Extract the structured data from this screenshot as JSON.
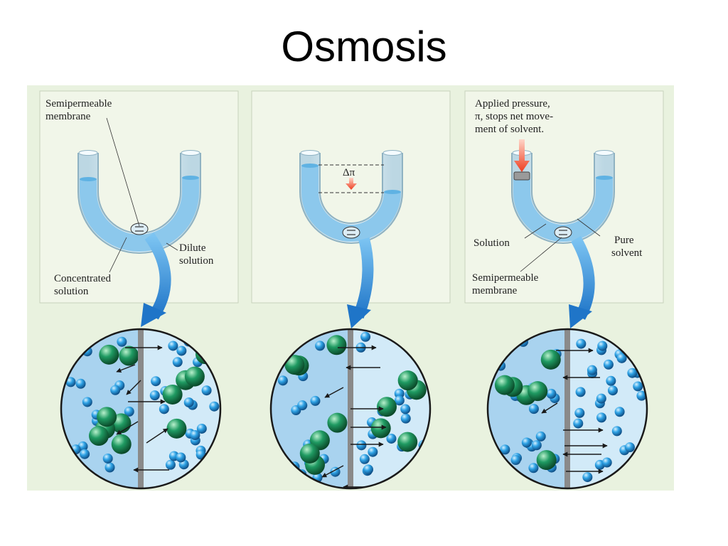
{
  "slide": {
    "title": "Osmosis"
  },
  "panel1": {
    "membrane_label": [
      "Semipermeable",
      "membrane"
    ],
    "dilute_label": [
      "Dilute",
      "solution"
    ],
    "concentrated_label": [
      "Concentrated",
      "solution"
    ]
  },
  "panel2": {
    "delta_pi_label": "Δπ"
  },
  "panel3": {
    "pressure_label": [
      "Applied pressure,",
      "π, stops net move-",
      "ment  of solvent."
    ],
    "solution_label": "Solution",
    "pure_solvent_label": [
      "Pure",
      "solvent"
    ],
    "membrane_label": [
      "Semipermeable",
      "membrane"
    ]
  },
  "colors": {
    "background": "#e9f2df",
    "panel": "#f1f6e9",
    "liquid": "#8cc8ec",
    "solvent_particle": "#2a88c8",
    "solute_particle": "#1f8a5a",
    "membrane": "#8a8a8a",
    "pointer_arrow": "#2a8fd6",
    "pressure_arrow": "#ef4a2a"
  },
  "icons": [
    "u-tube-icon",
    "pressure-arrow-icon",
    "magnify-arrow-icon",
    "arrow-icon"
  ]
}
